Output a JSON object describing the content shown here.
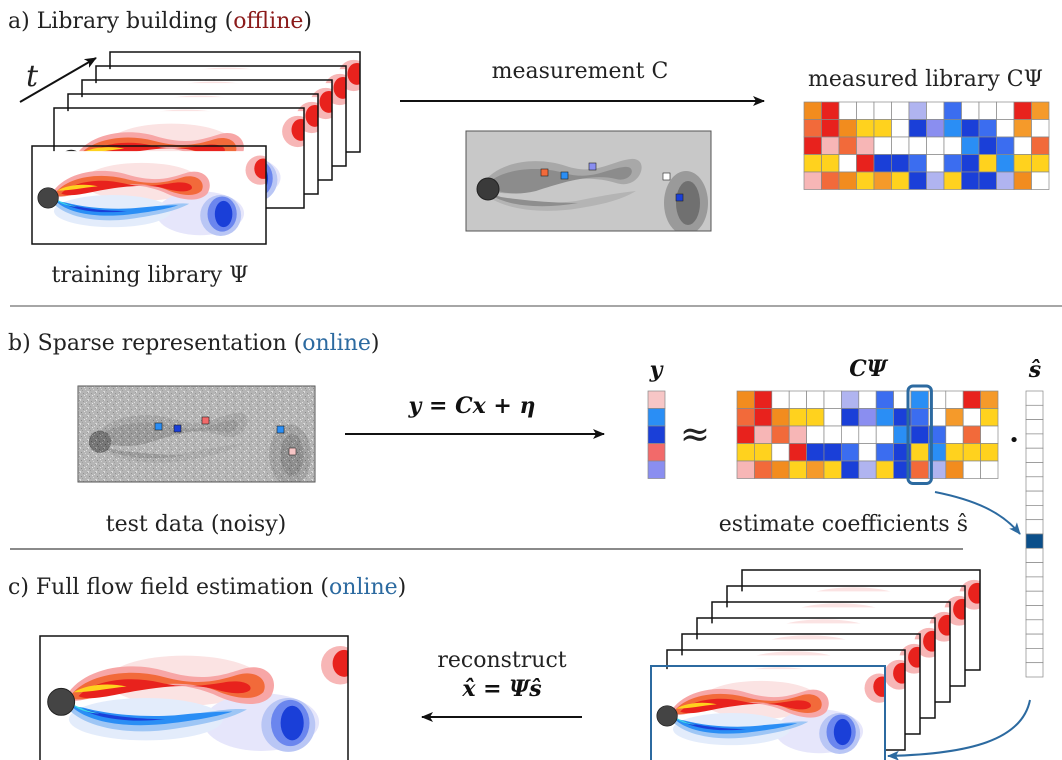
{
  "colors": {
    "offline": "#8b1a1a",
    "online": "#2c6aa0",
    "text": "#222222",
    "highlight": "#2c6aa0",
    "selected": "#0b4f8a"
  },
  "panel_a": {
    "prefix": "a) Library building (",
    "mode": "offline",
    "suffix": ")",
    "time_label": "t",
    "arrow_label": "measurement C",
    "caption": "training library Ψ",
    "library_label": "measured library CΨ"
  },
  "panel_b": {
    "prefix": "b) Sparse representation (",
    "mode": "online",
    "suffix": ")",
    "caption": "test data (noisy)",
    "equation": "y = Cx + η",
    "y_label": "y",
    "approx": "≈",
    "matrix_label": "CΨ",
    "s_label": "ŝ",
    "dot": "•",
    "estimate_label": "estimate coefficients ŝ"
  },
  "panel_c": {
    "prefix": "c) Full flow field estimation (",
    "mode": "online",
    "suffix": ")",
    "reconstruct_label": "reconstruct",
    "reconstruct_eq": "x̂ = Ψŝ"
  },
  "library_matrix_a": [
    [
      "#f28c1e",
      "#e8221d",
      "#ffffff",
      "#ffffff",
      "#ffffff",
      "#ffffff",
      "#b0b4f0",
      "#ffffff",
      "#3b6df0",
      "#ffffff",
      "#ffffff",
      "#ffffff",
      "#e8221d",
      "#f59a2a",
      "#ffffff"
    ],
    [
      "#f26a3a",
      "#e8221d",
      "#f28c1e",
      "#ffd21e",
      "#ffd21e",
      "#ffffff",
      "#1a3fd8",
      "#8a8ef0",
      "#2a8ef5",
      "#1a3fd8",
      "#3b6df0",
      "#ffffff",
      "#f59a2a",
      "#ffffff",
      "#ffd21e"
    ],
    [
      "#e8221d",
      "#f7b6b6",
      "#f26a3a",
      "#f7b6b6",
      "#ffffff",
      "#ffffff",
      "#ffffff",
      "#ffffff",
      "#ffffff",
      "#2a8ef5",
      "#1a3fd8",
      "#3b6df0",
      "#ffffff",
      "#f26a3a",
      "#ffffff"
    ],
    [
      "#ffd21e",
      "#ffd21e",
      "#ffffff",
      "#e8221d",
      "#1a3fd8",
      "#1a3fd8",
      "#3b6df0",
      "#ffffff",
      "#3b6df0",
      "#1a3fd8",
      "#ffd21e",
      "#2a8ef5",
      "#ffd21e",
      "#ffd21e",
      "#ffd21e"
    ],
    [
      "#f7b6b6",
      "#f26a3a",
      "#f28c1e",
      "#ffd21e",
      "#f59a2a",
      "#ffd21e",
      "#1a3fd8",
      "#b0b4f0",
      "#ffd21e",
      "#1a3fd8",
      "#1a3fd8",
      "#b0b4f0",
      "#f28c1e",
      "#ffffff",
      "#ffffff"
    ]
  ],
  "library_matrix_b": [
    [
      "#f28c1e",
      "#e8221d",
      "#ffffff",
      "#ffffff",
      "#ffffff",
      "#ffffff",
      "#b0b4f0",
      "#ffffff",
      "#3b6df0",
      "#ffffff",
      "#2a8ef5",
      "#ffffff",
      "#ffffff",
      "#e8221d",
      "#f59a2a"
    ],
    [
      "#f26a3a",
      "#e8221d",
      "#f28c1e",
      "#ffd21e",
      "#ffd21e",
      "#ffffff",
      "#1a3fd8",
      "#8a8ef0",
      "#2a8ef5",
      "#1a3fd8",
      "#3b6df0",
      "#ffffff",
      "#f59a2a",
      "#ffffff",
      "#ffd21e"
    ],
    [
      "#e8221d",
      "#f7b6b6",
      "#f26a3a",
      "#f7b6b6",
      "#ffffff",
      "#ffffff",
      "#ffffff",
      "#ffffff",
      "#ffffff",
      "#2a8ef5",
      "#1a3fd8",
      "#3b6df0",
      "#ffffff",
      "#f26a3a",
      "#ffffff"
    ],
    [
      "#ffd21e",
      "#ffd21e",
      "#ffffff",
      "#e8221d",
      "#1a3fd8",
      "#1a3fd8",
      "#3b6df0",
      "#ffffff",
      "#3b6df0",
      "#1a3fd8",
      "#ffd21e",
      "#2a8ef5",
      "#ffd21e",
      "#ffd21e",
      "#ffd21e"
    ],
    [
      "#f7b6b6",
      "#f26a3a",
      "#f28c1e",
      "#ffd21e",
      "#f59a2a",
      "#ffd21e",
      "#1a3fd8",
      "#b0b4f0",
      "#ffd21e",
      "#1a3fd8",
      "#f26a3a",
      "#b0b4f0",
      "#f28c1e",
      "#ffffff",
      "#ffffff"
    ]
  ],
  "y_vector": [
    "#f7c6c6",
    "#2a8ef5",
    "#1a3fd8",
    "#f26a6a",
    "#8a8ef0"
  ],
  "s_vector_length": 20,
  "s_selected_index": 10,
  "highlight_column": 10
}
